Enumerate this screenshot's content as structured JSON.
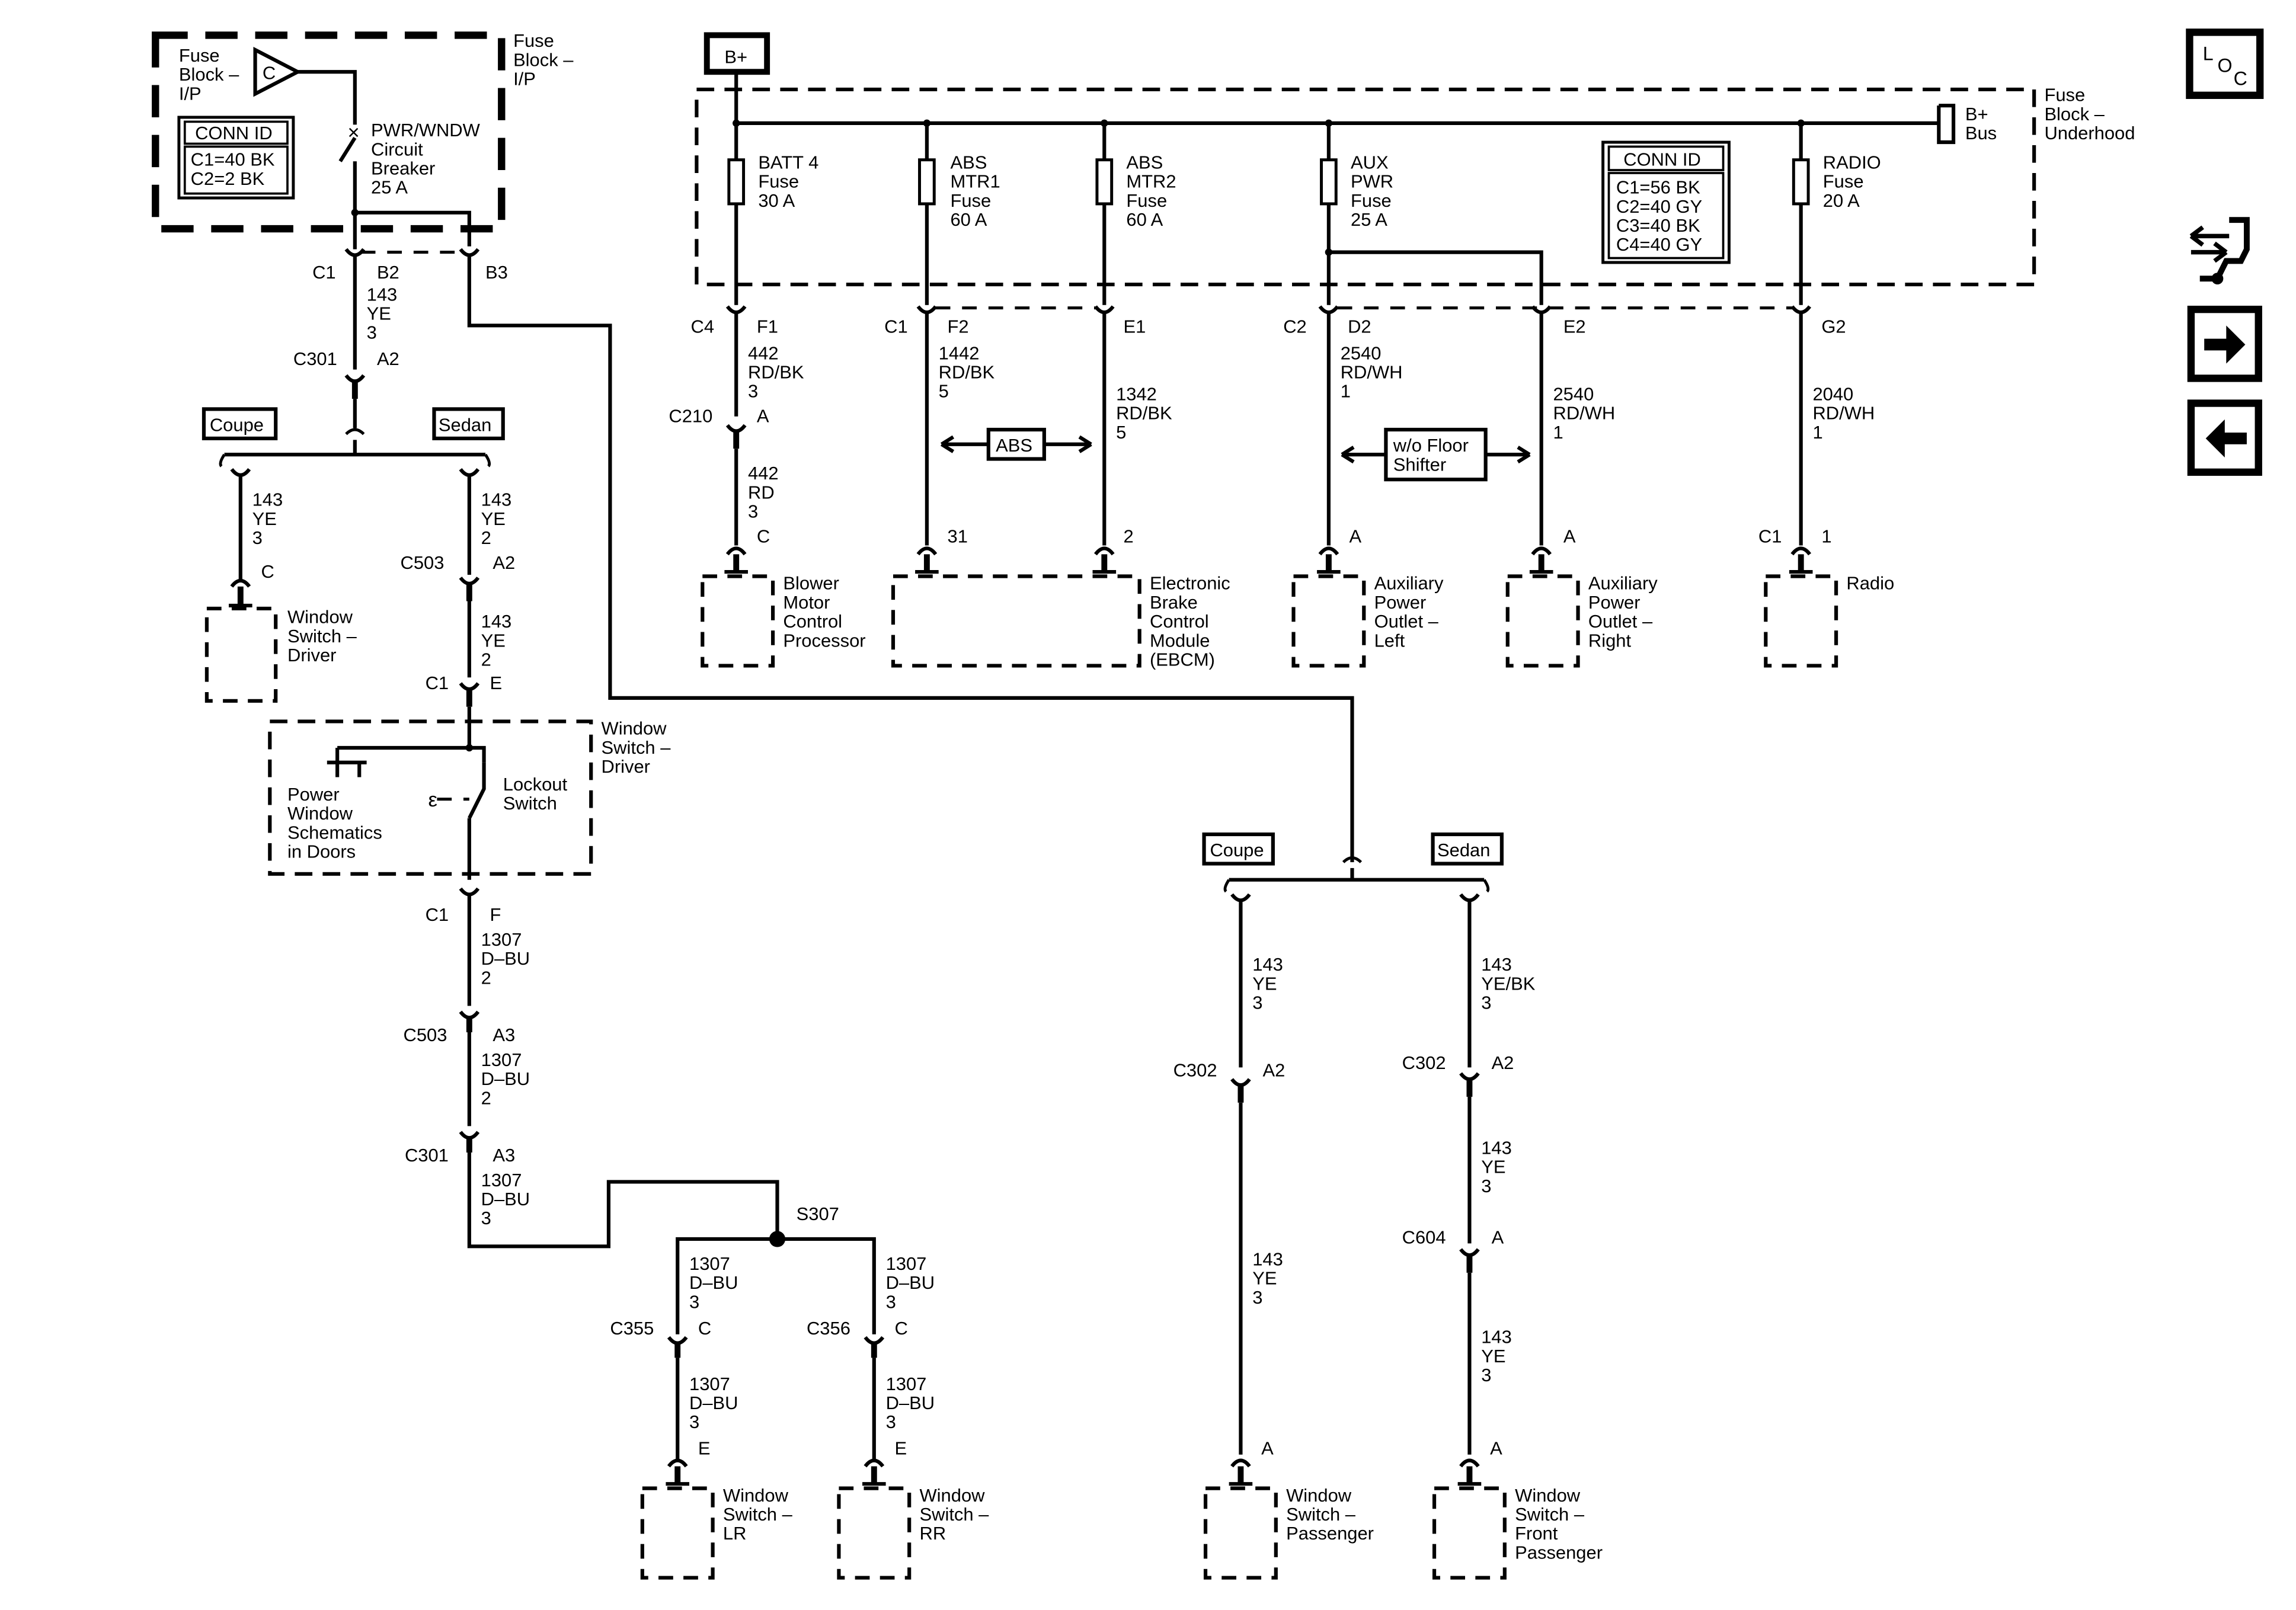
{
  "nav": {
    "loc_l": "L",
    "loc_o": "O",
    "loc_c": "C",
    "icons": [
      "loc-icon",
      "connector-icon",
      "next-arrow-icon",
      "prev-arrow-icon"
    ]
  },
  "fuse_ip": {
    "label": [
      "Fuse",
      "Block –",
      "I/P"
    ],
    "label2": [
      "Fuse",
      "Block –",
      "I/P"
    ],
    "breaker": [
      "PWR/WNDW",
      "Circuit",
      "Breaker",
      "25 A"
    ],
    "conn_title": "CONN ID",
    "conn": [
      "C1=40 BK",
      "C2=2 BK"
    ],
    "c": "C"
  },
  "fuse_uh": {
    "bplus": "B+",
    "bus": [
      "B+",
      "Bus"
    ],
    "label": [
      "Fuse",
      "Block –",
      "Underhood"
    ],
    "conn_title": "CONN ID",
    "conn": [
      "C1=56 BK",
      "C2=40 GY",
      "C3=40 BK",
      "C4=40 GY"
    ],
    "fuses": [
      [
        "BATT 4",
        "Fuse",
        "30 A"
      ],
      [
        "ABS",
        "MTR1",
        "Fuse",
        "60 A"
      ],
      [
        "ABS",
        "MTR2",
        "Fuse",
        "60 A"
      ],
      [
        "AUX",
        "PWR",
        "Fuse",
        "25 A"
      ],
      [
        "RADIO",
        "Fuse",
        "20 A"
      ]
    ]
  },
  "labels": {
    "c1": "C1",
    "b2": "B2",
    "b3": "B3",
    "c301": "C301",
    "a2": "A2",
    "coupe": "Coupe",
    "sedan": "Sedan",
    "c": "C",
    "c503": "C503",
    "e": "E",
    "f": "F",
    "a3": "A3",
    "s307": "S307",
    "c355": "C355",
    "c356": "C356",
    "c4": "C4",
    "f1": "F1",
    "c210": "C210",
    "a": "A",
    "f2": "F2",
    "e1": "E1",
    "c2": "C2",
    "d2": "D2",
    "e2": "E2",
    "g2": "G2",
    "p31": "31",
    "p2": "2",
    "p1": "1",
    "c302": "C302",
    "c604": "C604"
  },
  "wires": {
    "w143ye3": [
      "143",
      "YE",
      "3"
    ],
    "w143ye2": [
      "143",
      "YE",
      "2"
    ],
    "w1307_2": [
      "1307",
      "D–BU",
      "2"
    ],
    "w1307_3": [
      "1307",
      "D–BU",
      "3"
    ],
    "w442rdbk": [
      "442",
      "RD/BK",
      "3"
    ],
    "w442rd": [
      "442",
      "RD",
      "3"
    ],
    "w1442": [
      "1442",
      "RD/BK",
      "5"
    ],
    "w1342": [
      "1342",
      "RD/BK",
      "5"
    ],
    "w2540": [
      "2540",
      "RD/WH",
      "1"
    ],
    "w2040": [
      "2040",
      "RD/WH",
      "1"
    ],
    "w143yebk": [
      "143",
      "YE/BK",
      "3"
    ]
  },
  "tags": {
    "abs": "ABS",
    "floor": [
      "w/o Floor",
      "Shifter"
    ]
  },
  "components": {
    "ws_driver_top": [
      "Window",
      "Switch –",
      "Driver"
    ],
    "ws_driver": [
      "Window",
      "Switch –",
      "Driver"
    ],
    "pw_schem": [
      "Power",
      "Window",
      "Schematics",
      "in Doors"
    ],
    "lockout": [
      "Lockout",
      "Switch"
    ],
    "ws_lr": [
      "Window",
      "Switch –",
      "LR"
    ],
    "ws_rr": [
      "Window",
      "Switch –",
      "RR"
    ],
    "blower": [
      "Blower",
      "Motor",
      "Control",
      "Processor"
    ],
    "ebcm": [
      "Electronic",
      "Brake",
      "Control",
      "Module",
      "(EBCM)"
    ],
    "aux_left": [
      "Auxiliary",
      "Power",
      "Outlet –",
      "Left"
    ],
    "aux_right": [
      "Auxiliary",
      "Power",
      "Outlet –",
      "Right"
    ],
    "radio": [
      "Radio"
    ],
    "ws_pass": [
      "Window",
      "Switch –",
      "Passenger"
    ],
    "ws_front_pass": [
      "Window",
      "Switch –",
      "Front",
      "Passenger"
    ]
  }
}
